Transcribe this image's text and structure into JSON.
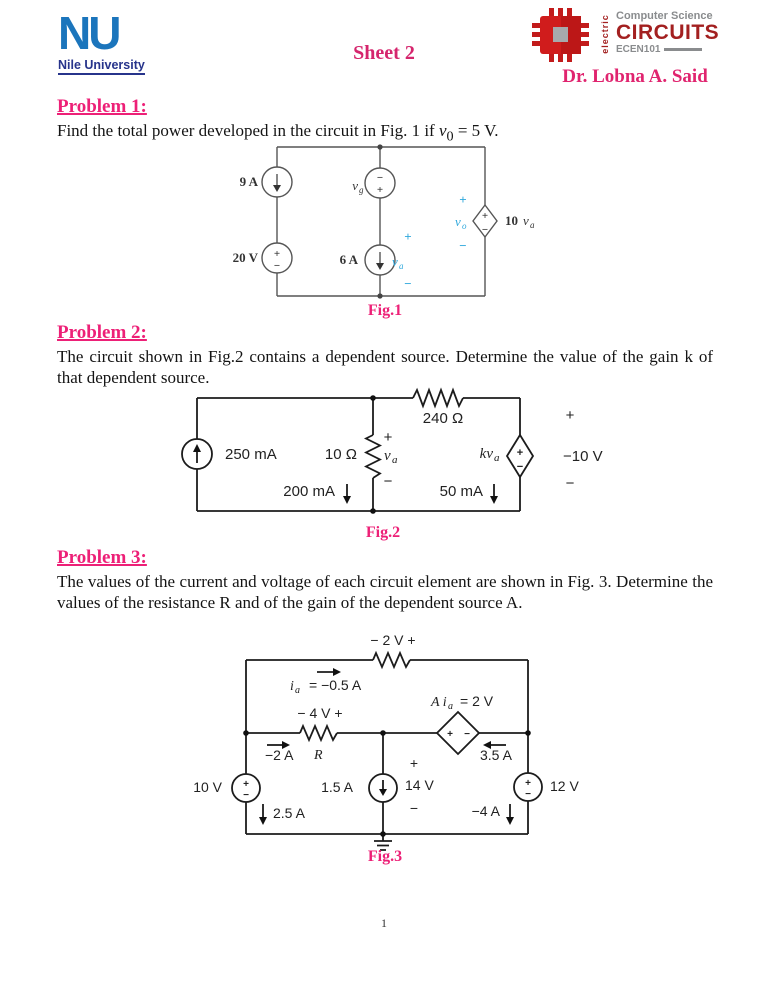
{
  "sym": {
    "plus": "+",
    "minus": "−"
  },
  "header": {
    "nu_logo": {
      "monogram": "NU",
      "name": "Nile University"
    },
    "sheet_title": "Sheet 2",
    "course_logo": {
      "vertical": "electric",
      "top": "Computer Science",
      "main": "CIRCUITS",
      "code": "ECEN101"
    },
    "instructor": "Dr. Lobna A. Said"
  },
  "problem1": {
    "title": "Problem 1:",
    "body_before": "Find the total power developed in the circuit in Fig. 1 if ",
    "var": "v",
    "var_sub": "0",
    "body_after": " = 5 V."
  },
  "problem2": {
    "title": "Problem 2:",
    "body": "The circuit shown in Fig.2 contains a dependent source. Determine the value of the gain k of that dependent source."
  },
  "problem3": {
    "title": "Problem 3:",
    "body": "The values of the current and voltage of each circuit element are shown in Fig. 3. Determine the values of the resistance R and of the gain of the dependent source A."
  },
  "fig1": {
    "caption": "Fig.1",
    "src_9a": "9 A",
    "src_20v": "20 V",
    "src_6a": "6 A",
    "vg": "v",
    "vg_sub": "g",
    "va": "v",
    "va_sub": "a",
    "vo": "v",
    "vo_sub": "o",
    "dep_coef": "10 ",
    "dep_var": "v",
    "dep_sub": "a"
  },
  "fig2": {
    "caption": "Fig.2",
    "src": "250 mA",
    "r_shunt": "10 Ω",
    "r_shunt_current": "200 mA",
    "r_series": "240 Ω",
    "va": "v",
    "va_sub": "a",
    "dep_k": "kv",
    "dep_sub": "a",
    "dep_voltage": "−10 V",
    "dep_current": "50 mA"
  },
  "fig3": {
    "caption": "Fig.3",
    "top_v": "− 2 V +",
    "ia_var": "i",
    "ia_sub": "a",
    "ia_val": "=  −0.5 A",
    "mid_v": "− 4 V +",
    "left_i": "−2 A",
    "r_label": "R",
    "dep_var": "A i",
    "dep_sub": "a",
    "dep_val": "= 2 V",
    "right_i": "3.5 A",
    "v_left": "10 V",
    "i_left": "2.5 A",
    "i_mid": "1.5 A",
    "v_mid": "14 V",
    "v_right": "12 V",
    "i_right": "−4 A"
  },
  "footer": {
    "page_number": "1"
  }
}
